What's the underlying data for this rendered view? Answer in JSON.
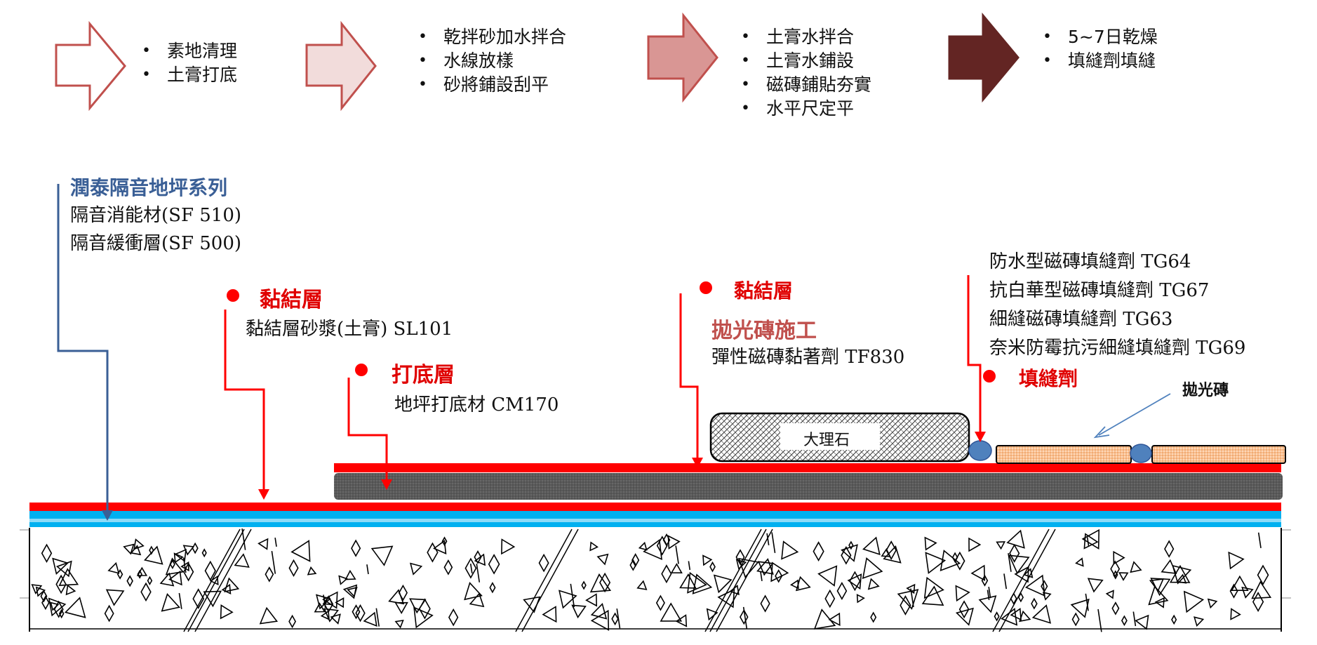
{
  "process_steps": [
    {
      "style": "outline",
      "items": [
        "素地清理",
        "土膏打底"
      ]
    },
    {
      "style": "light",
      "items": [
        "乾拌砂加水拌合",
        "水線放樣",
        "砂將鋪設刮平"
      ]
    },
    {
      "style": "medium",
      "items": [
        "土膏水拌合",
        "土膏水鋪設",
        "磁磚鋪貼夯實",
        "水平尺定平"
      ]
    },
    {
      "style": "dark",
      "items": [
        "5~7日乾燥",
        "填縫劑填縫"
      ]
    }
  ],
  "colors": {
    "arrow_outline": "#c0504d",
    "arrow_light": "#f2dcdb",
    "arrow_medium": "#d99694",
    "arrow_dark": "#632523",
    "accent_red": "#ff0000",
    "blue_line": "#3a5f96",
    "cyan_layer": "#00b0f0",
    "screed_gray": "#555555",
    "tile_fill": "#fac090",
    "grout_blue": "#4f81bd"
  },
  "labels": {
    "series_title": "潤泰隔音地坪系列",
    "series_item1": "隔音消能材(SF 510)",
    "series_item2": "隔音緩衝層(SF 500)",
    "bond1_title": "黏結層",
    "bond1_product": "黏結層砂漿(土膏) SL101",
    "primer_title": "打底層",
    "primer_product": "地坪打底材 CM170",
    "bond2_title": "黏結層",
    "tile_work_title": "拋光磚施工",
    "tile_adhesive": "彈性磁磚黏著劑 TF830",
    "grout_p1": "防水型磁磚填縫劑 TG64",
    "grout_p2": "抗白華型磁磚填縫劑 TG67",
    "grout_p3": "細縫磁磚填縫劑 TG63",
    "grout_p4": "奈米防霉抗污細縫填縫劑 TG69",
    "grout_title": "填縫劑",
    "polished_tile": "拋光磚",
    "marble": "大理石"
  }
}
